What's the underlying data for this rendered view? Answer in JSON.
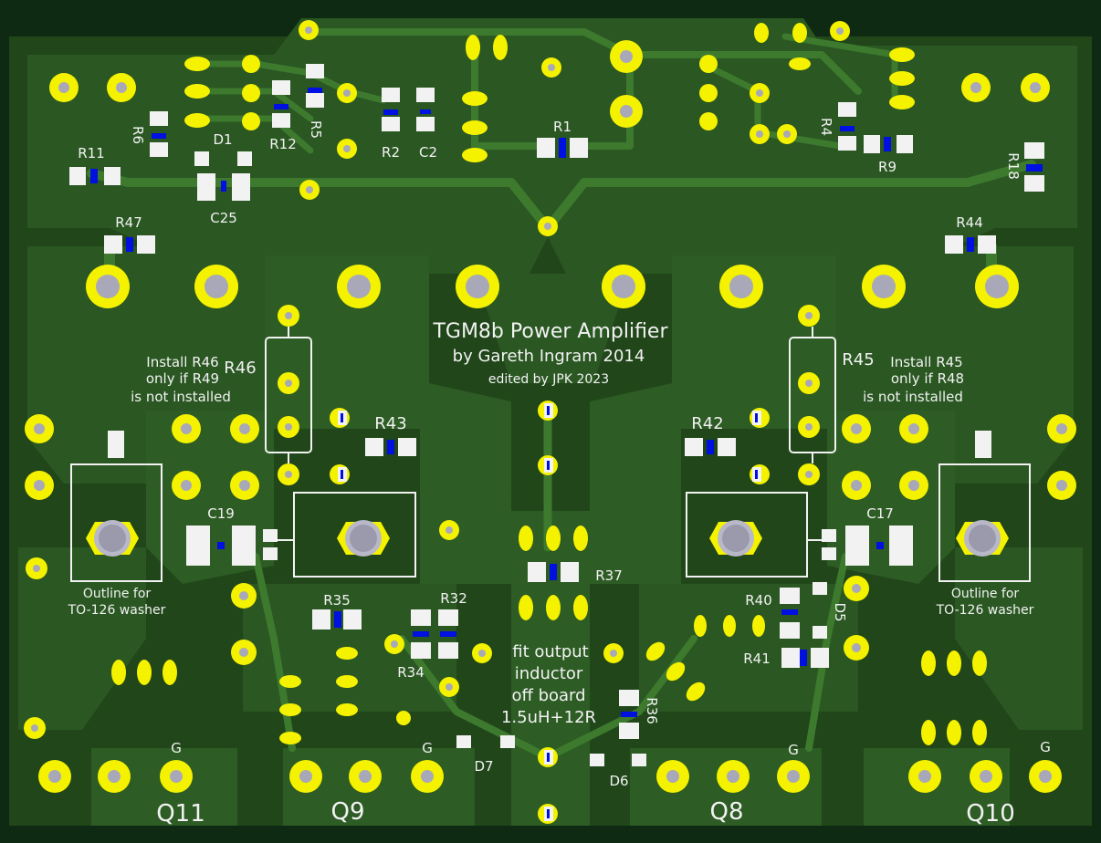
{
  "board": {
    "colors": {
      "substrate": "#0f2a12",
      "copper_pour": "#2b5a23",
      "copper_pour_dark": "#1f4419",
      "trace": "#3d7a2e",
      "pad_gold": "#f5f200",
      "drill_gray": "#a8a8b8",
      "smd_pad": "#f2f2f2",
      "blue_mark": "#0010e0",
      "silkscreen": "#f2f2f2"
    },
    "title": "TGM8b Power Amplifier",
    "byline": "by Gareth Ingram 2014",
    "edited": "edited by JPK 2023",
    "notes": {
      "left": [
        "Install R46",
        "only if R49",
        "is not installed"
      ],
      "right": [
        "Install R45",
        "only if R48",
        "is not installed"
      ],
      "washer_left": [
        "Outline for",
        "TO-126 washer"
      ],
      "washer_right": [
        "Outline for",
        "TO-126 washer"
      ],
      "inductor": [
        "fit output",
        "inductor",
        "off board",
        "1.5uH+12R"
      ]
    },
    "transistors": [
      "Q11",
      "Q9",
      "Q8",
      "Q10"
    ],
    "gate_labels": [
      "G",
      "G",
      "G",
      "G"
    ],
    "refs": {
      "R1": "R1",
      "R2": "R2",
      "C2": "C2",
      "R4": "R4",
      "R5": "R5",
      "R6": "R6",
      "R9": "R9",
      "R11": "R11",
      "R12": "R12",
      "R18": "R18",
      "D1": "D1",
      "C25": "C25",
      "R47": "R47",
      "R44": "R44",
      "R46": "R46",
      "R45": "R45",
      "R43": "R43",
      "R42": "R42",
      "C19": "C19",
      "C17": "C17",
      "R37": "R37",
      "R35": "R35",
      "R32": "R32",
      "R34": "R34",
      "R40": "R40",
      "R41": "R41",
      "D5": "D5",
      "R36": "R36",
      "D7": "D7",
      "D6": "D6"
    }
  }
}
